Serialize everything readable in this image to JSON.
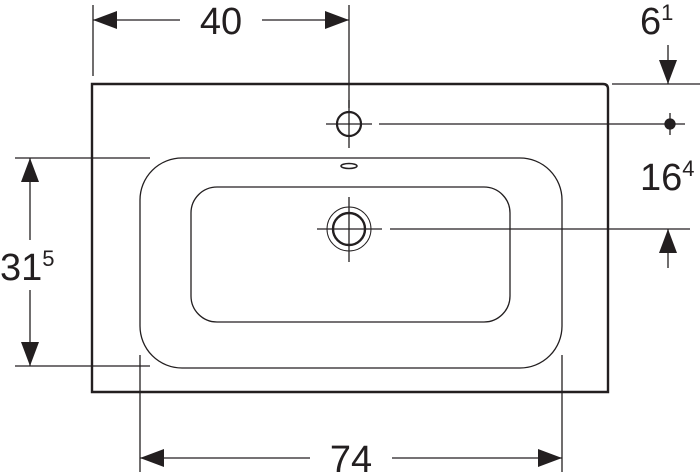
{
  "dimensions": {
    "tap_hole_offset": {
      "main": "40",
      "sup": ""
    },
    "top_edge_to_tap": {
      "main": "6",
      "sup": "1"
    },
    "tap_to_drain": {
      "main": "16",
      "sup": "4"
    },
    "bowl_depth": {
      "main": "31",
      "sup": "5"
    },
    "bowl_width": {
      "main": "74",
      "sup": ""
    }
  },
  "colors": {
    "line": "#231f20",
    "background": "#ffffff"
  }
}
